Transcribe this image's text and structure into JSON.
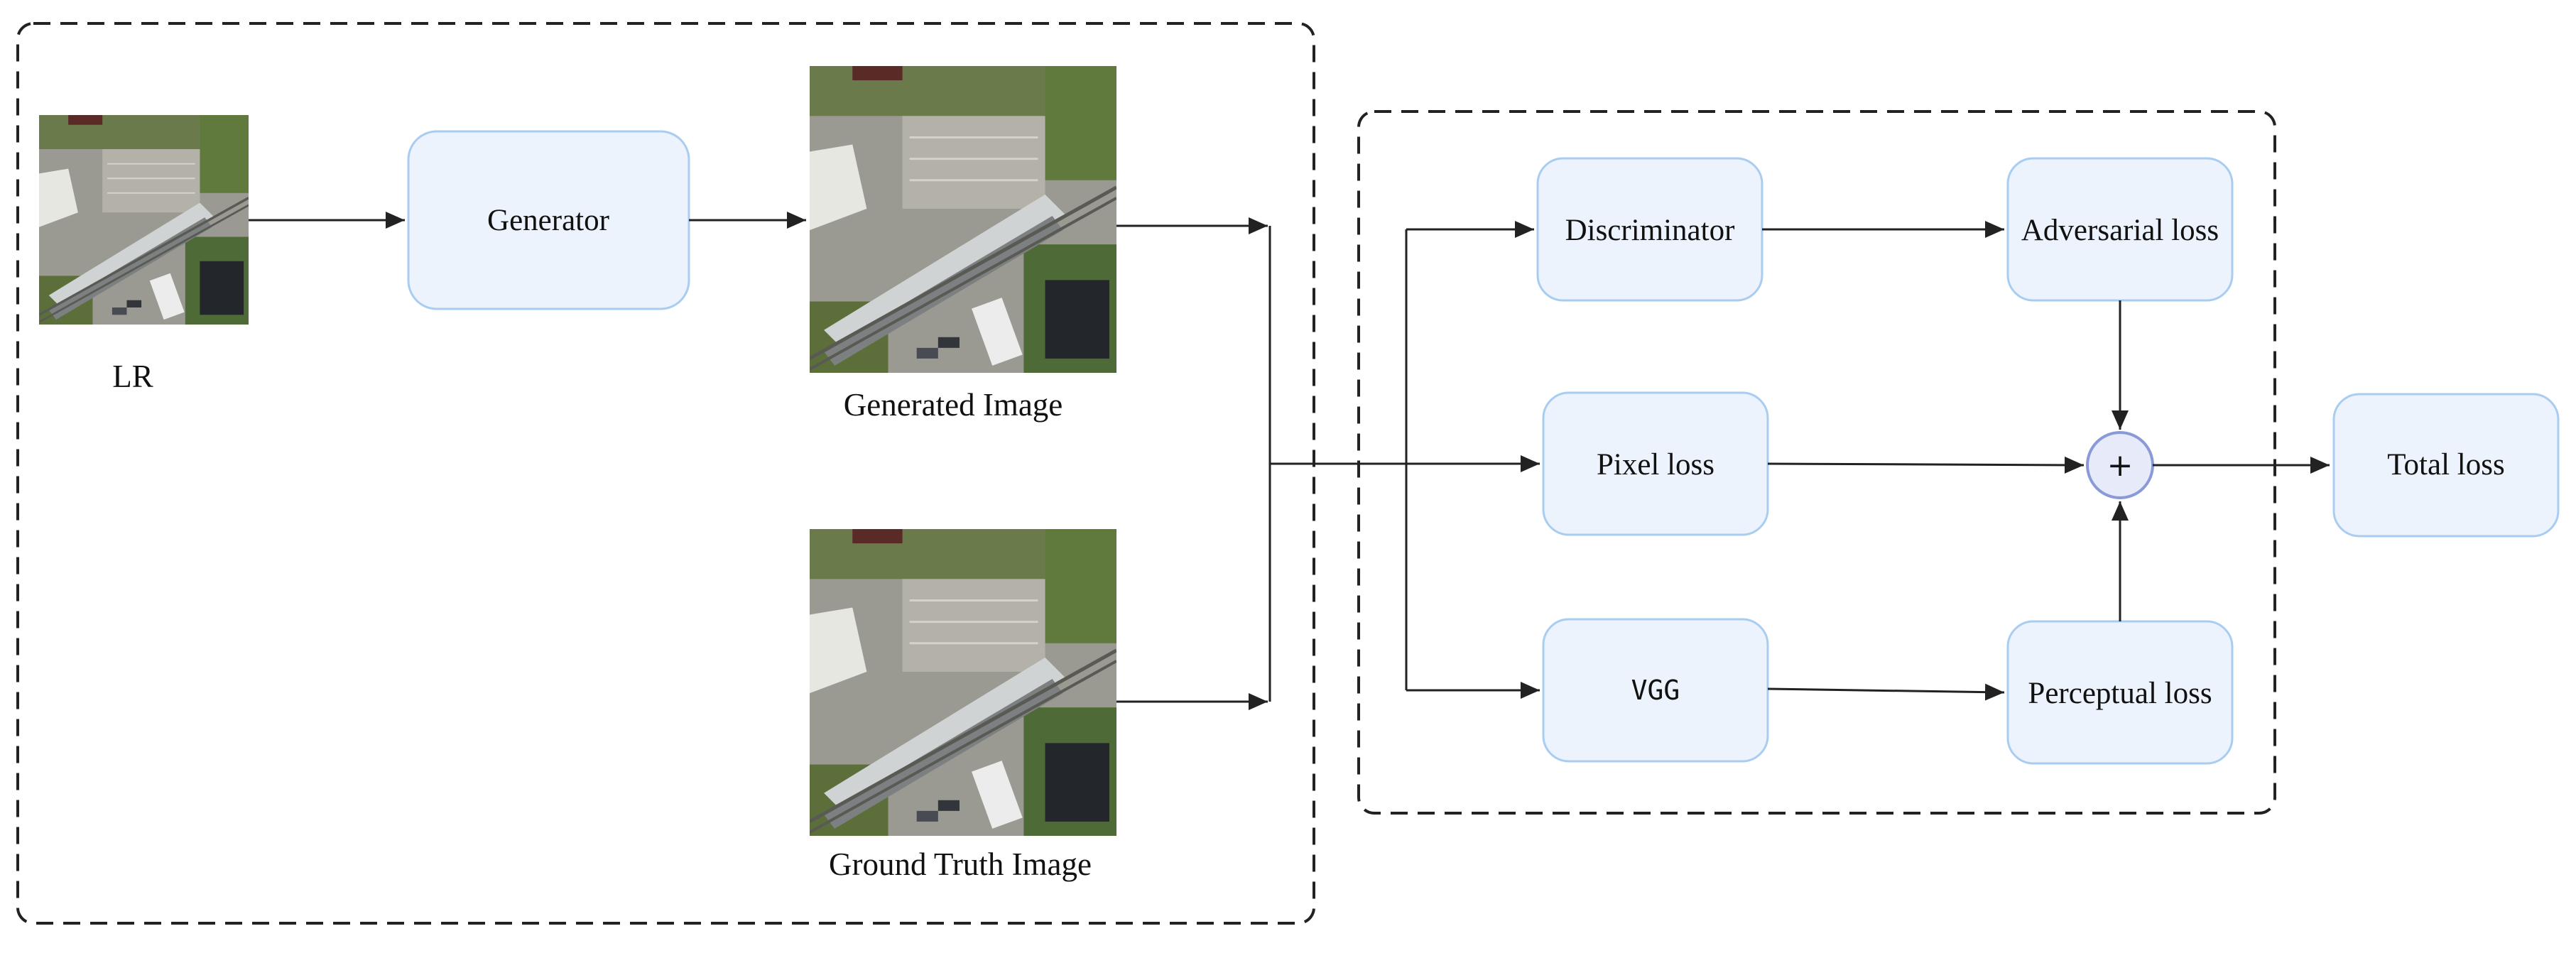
{
  "captions": {
    "lr": "LR",
    "generated": "Generated Image",
    "ground_truth": "Ground Truth Image"
  },
  "nodes": {
    "generator": "Generator",
    "discriminator": "Discriminator",
    "adversarial_loss": "Adversarial loss",
    "pixel_loss": "Pixel loss",
    "vgg": "VGG",
    "perceptual_loss": "Perceptual loss",
    "total_loss": "Total loss",
    "sum_symbol": "+"
  },
  "colors": {
    "box_fill": "#edf3fc",
    "box_stroke": "#a9cdf1",
    "line": "#222222"
  }
}
